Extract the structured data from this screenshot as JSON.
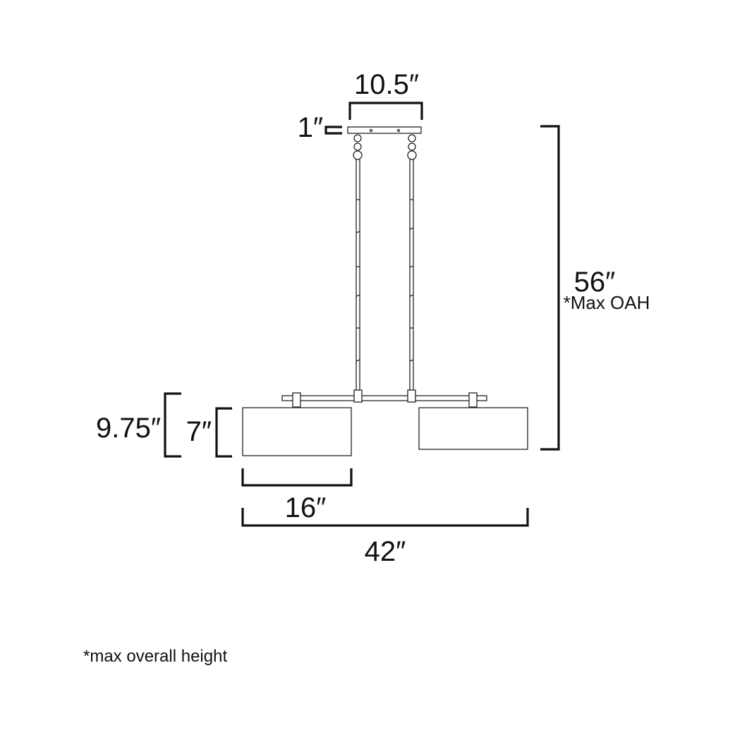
{
  "dimensions": {
    "canopy_width": "10.5″",
    "canopy_height": "1″",
    "overall_height": "56″",
    "overall_height_note": "*Max OAH",
    "total_shade_height": "9.75″",
    "shade_height": "7″",
    "shade_width": "16″",
    "overall_width": "42″"
  },
  "footnote": "*max overall height"
}
